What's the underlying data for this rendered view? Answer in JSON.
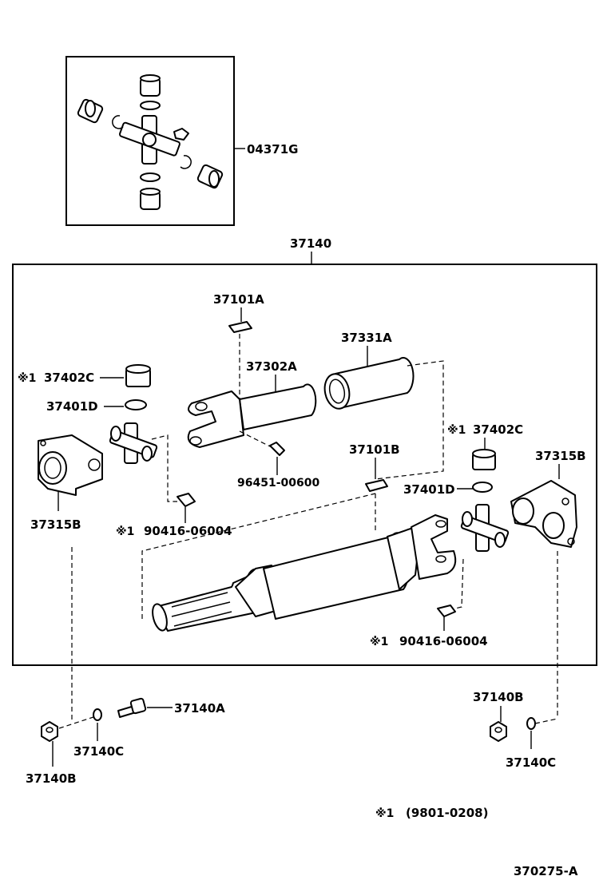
{
  "labels": {
    "kit": "04371G",
    "assembly": "37140",
    "yoke_tube_clip": "37101A",
    "sleeve": "37331A",
    "yoke": "37302A",
    "bearing_cup_left": "37402C",
    "snap_ring_left": "37401D",
    "flange_left": "37315B",
    "grease_fitting_center": "96451-00600",
    "fitting_left": "90416-06004",
    "clip_center": "37101B",
    "bearing_cup_right": "37402C",
    "snap_ring_right": "37401D",
    "flange_right": "37315B",
    "fitting_right": "90416-06004",
    "bolt": "37140A",
    "nut_left": "37140B",
    "washer_left": "37140C",
    "nut_right": "37140B",
    "washer_right": "37140C",
    "footnote_value": "(9801-0208)",
    "diagram_code": "370275-A"
  },
  "marks": {
    "asterisk": "※1"
  }
}
